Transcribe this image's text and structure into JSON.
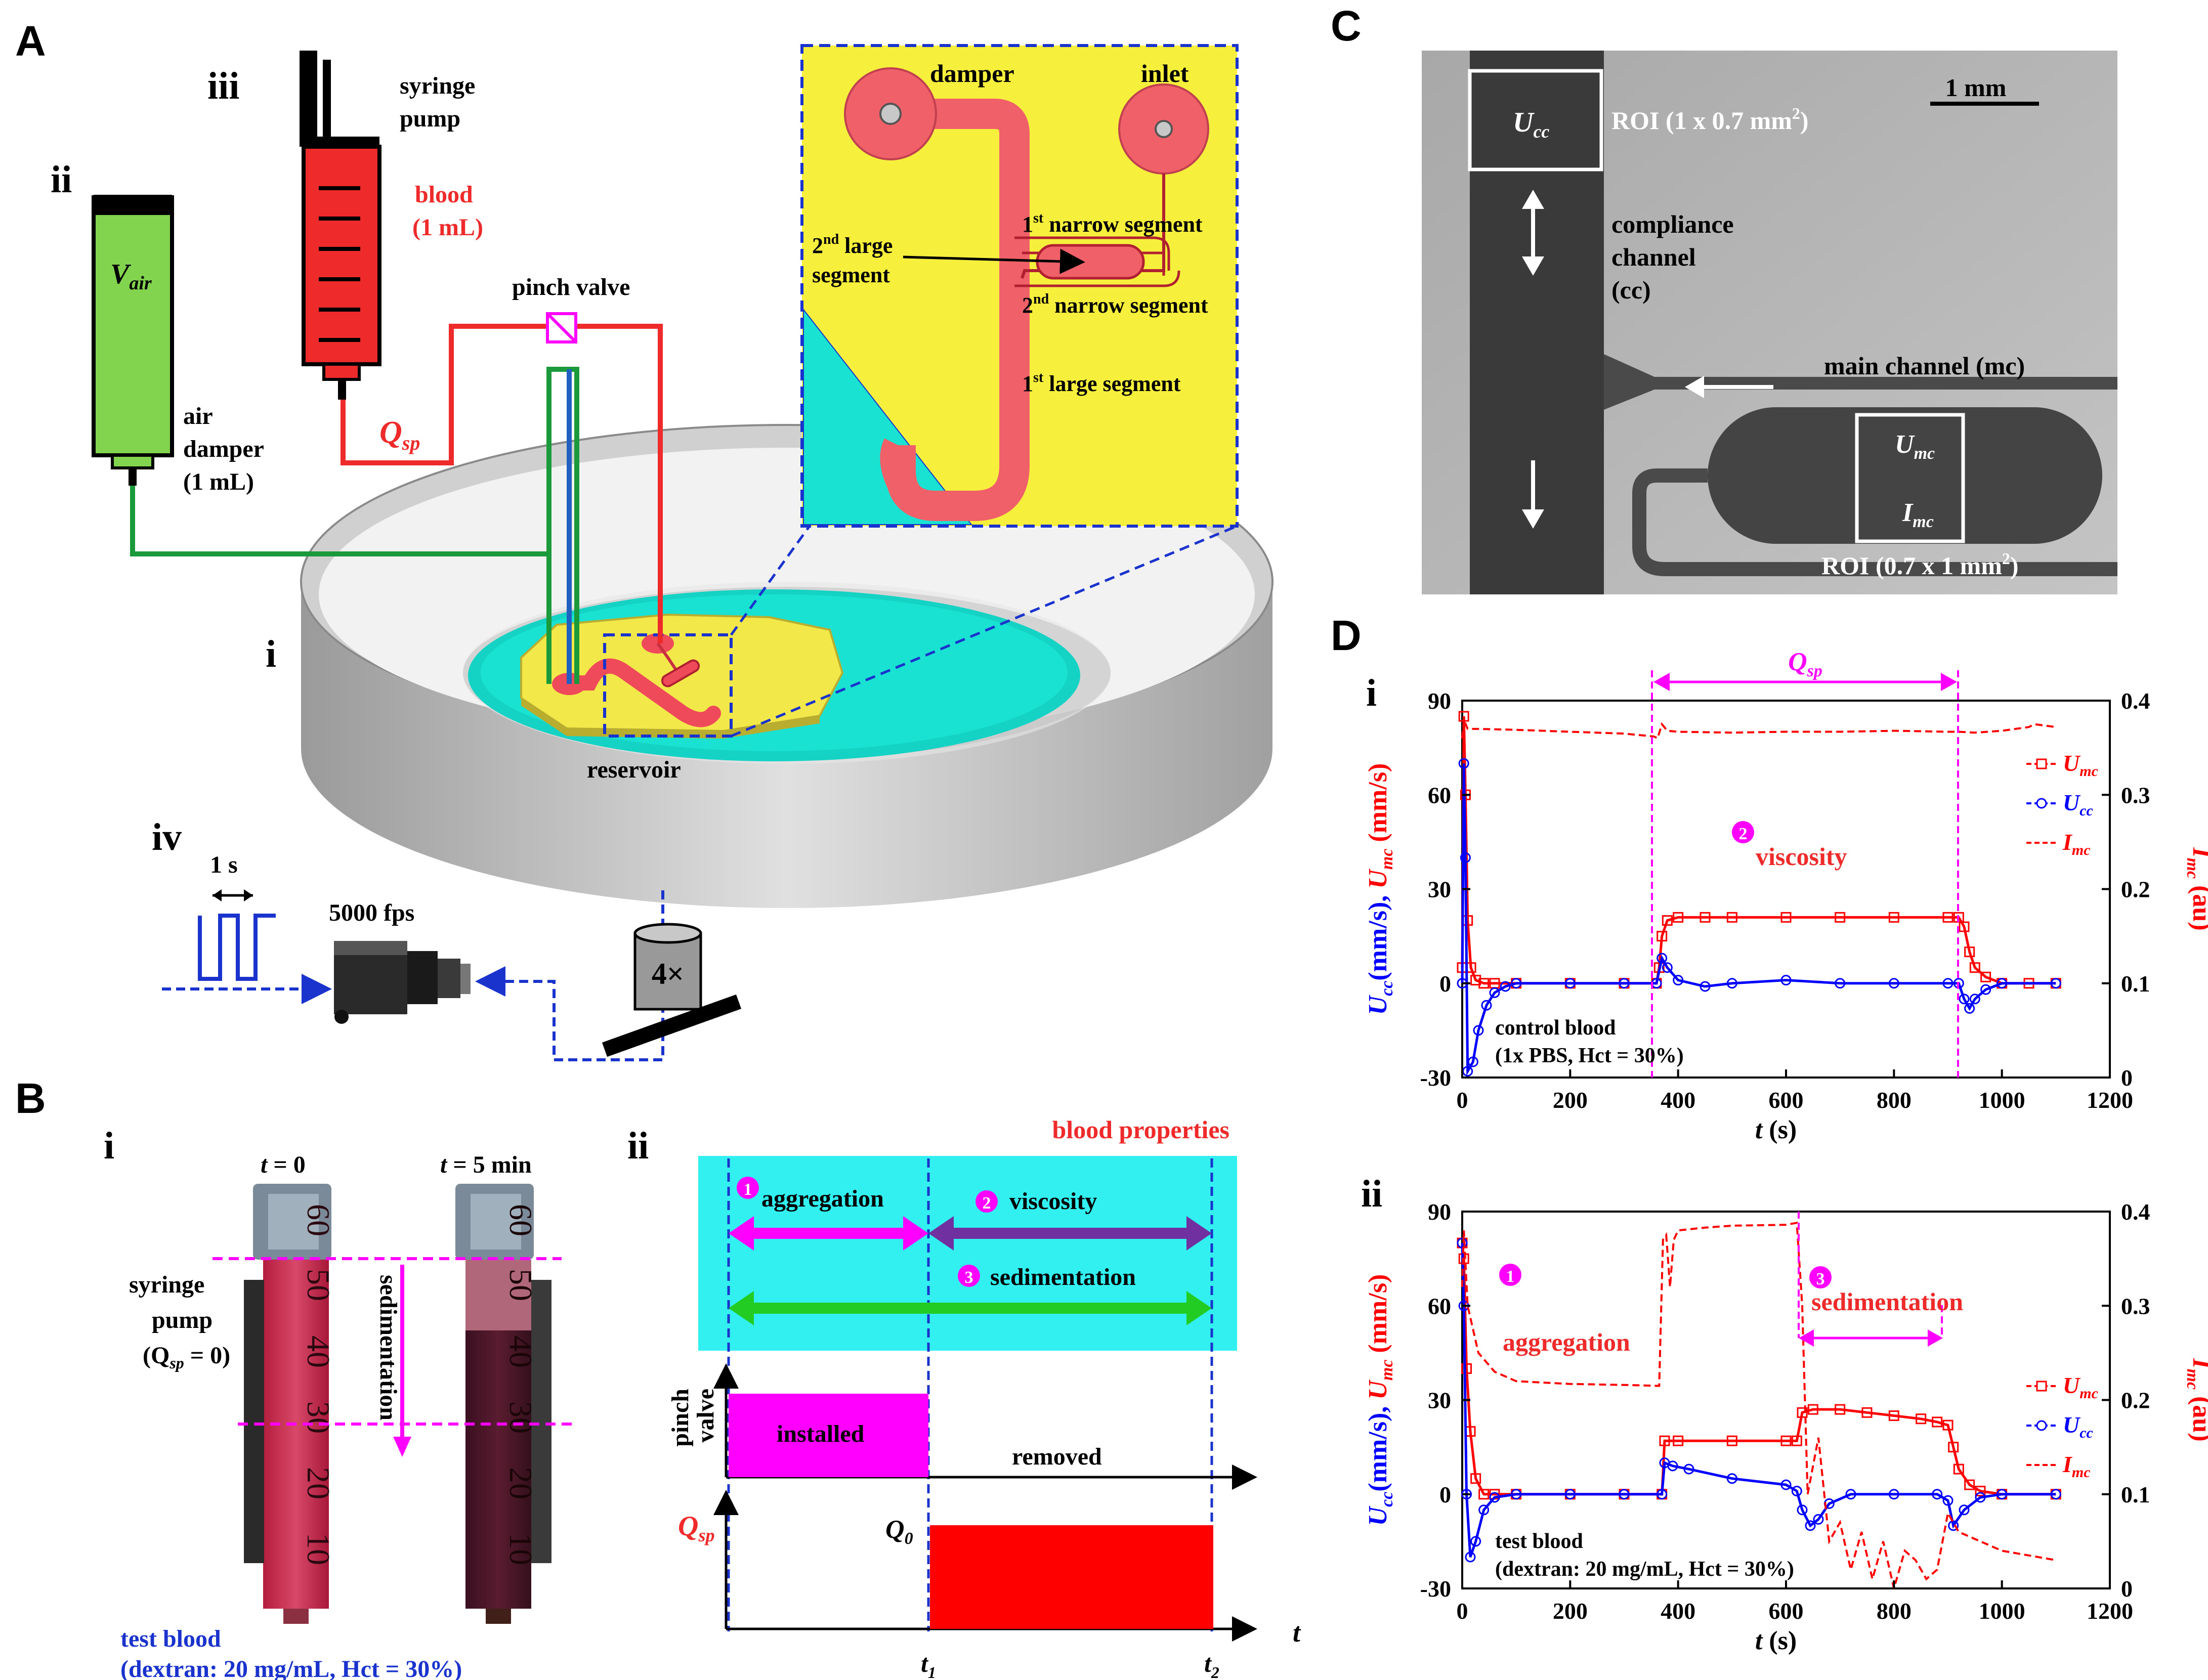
{
  "panels": {
    "A": {
      "letter": "A",
      "labels": {
        "i": "i",
        "ii": "ii",
        "iii": "iii",
        "iv": "iv",
        "syringe_pump": [
          "syringe",
          "pump"
        ],
        "blood": [
          "blood",
          "(1 mL)"
        ],
        "v_air": "V",
        "v_air_sub": "air",
        "air_damper": [
          "air",
          "damper",
          "(1 mL)"
        ],
        "pinch_valve": "pinch valve",
        "q_sp": "Q",
        "q_sp_sub": "sp",
        "reservoir": "reservoir",
        "one_s": "1 s",
        "fps": "5000 fps",
        "objective": "4×"
      },
      "inset": {
        "damper": "damper",
        "inlet": "inlet",
        "narrow1": [
          "1",
          "st",
          " narrow segment"
        ],
        "large2": [
          "2",
          "nd",
          " large",
          "segment"
        ],
        "narrow2": [
          "2",
          "nd",
          " narrow segment"
        ],
        "large1": [
          "1",
          "st",
          " large segment"
        ]
      }
    },
    "B": {
      "letter": "B",
      "i": {
        "label": "i",
        "t0": [
          "t",
          " = 0"
        ],
        "t5": [
          "t",
          " = 5 min"
        ],
        "syringe_pump": [
          "syringe",
          "pump"
        ],
        "qsp_zero": [
          "(Q",
          "sp",
          " = 0)"
        ],
        "sedimentation": "sedimentation",
        "caption": [
          "test blood",
          "(dextran: 20 mg/mL, Hct = 30%)"
        ],
        "scale_marks": [
          "60",
          "50",
          "40",
          "30",
          "20",
          "10"
        ]
      },
      "ii": {
        "label": "ii",
        "blood_properties": "blood properties",
        "aggregation": "aggregation",
        "viscosity": "viscosity",
        "sedimentation": "sedimentation",
        "num": [
          "1",
          "2",
          "3"
        ],
        "pinch_valve": [
          "pinch",
          "valve"
        ],
        "installed": "installed",
        "removed": "removed",
        "q_sp": "Q",
        "q_sp_sub": "sp",
        "q0": "Q",
        "q0_sub": "0",
        "t": "t",
        "t1": "t",
        "t1_sub": "1",
        "t2": "t",
        "t2_sub": "2",
        "colors": {
          "cyan": "#33f0f0",
          "magenta": "#ff00ff",
          "purple": "#7030a0",
          "green": "#22cc22",
          "red": "#ff0000"
        }
      }
    },
    "C": {
      "letter": "C",
      "ucc": "U",
      "ucc_sub": "cc",
      "roi_cc": [
        "ROI (1 x 0.7 mm",
        "2",
        ")"
      ],
      "scale": "1 mm",
      "compliance": [
        "compliance",
        "channel",
        "(cc)"
      ],
      "main_channel": "main channel (mc)",
      "umc": "U",
      "umc_sub": "mc",
      "imc": "I",
      "imc_sub": "mc",
      "roi_mc": [
        "ROI (0.7 x 1 mm",
        "2",
        ")"
      ]
    },
    "D": {
      "letter": "D",
      "i_label": "i",
      "ii_label": "ii",
      "qsp": "Q",
      "qsp_sub": "sp",
      "viscosity": "viscosity",
      "aggregation": "aggregation",
      "sedimentation": "sedimentation",
      "control": [
        "control blood",
        "(1x PBS, Hct = 30%)"
      ],
      "test": [
        "test blood",
        "(dextran: 20 mg/mL, Hct = 30%)"
      ],
      "legend": [
        "U",
        "mc",
        "U",
        "cc",
        "I",
        "mc"
      ],
      "ylabel_left": [
        "U",
        "cc",
        "(mm/s), ",
        "U",
        "mc",
        " (mm/s)"
      ],
      "ylabel_right": [
        "I",
        "mc",
        " (au)"
      ],
      "xlabel": [
        "t",
        " (s)"
      ]
    }
  },
  "chart_data": [
    {
      "type": "line",
      "title": "",
      "xlabel": "t (s)",
      "ylabel": "Ucc (mm/s), Umc (mm/s)",
      "y2label": "Imc (au)",
      "xlim": [
        0,
        1200
      ],
      "ylim": [
        -30,
        90
      ],
      "y2lim": [
        0,
        0.4
      ],
      "xticks": [
        0,
        200,
        400,
        600,
        800,
        1000,
        1200
      ],
      "yticks": [
        -30,
        0,
        30,
        60,
        90
      ],
      "y2ticks": [
        0,
        0.1,
        0.2,
        0.3,
        0.4
      ],
      "legend": "right",
      "qsp_span": [
        365,
        925
      ],
      "series": [
        {
          "name": "Umc",
          "color": "#ff0000",
          "marker": "square",
          "axis": "left",
          "x": [
            0,
            3,
            6,
            10,
            16,
            25,
            40,
            60,
            100,
            200,
            300,
            360,
            365,
            370,
            380,
            400,
            450,
            500,
            600,
            700,
            800,
            900,
            920,
            930,
            940,
            950,
            970,
            1000,
            1050,
            1100
          ],
          "y": [
            5,
            85,
            60,
            20,
            5,
            1,
            0,
            0,
            0,
            0,
            0,
            0,
            5,
            15,
            20,
            21,
            21,
            21,
            21,
            21,
            21,
            21,
            21,
            18,
            10,
            5,
            2,
            0,
            0,
            0
          ]
        },
        {
          "name": "Ucc",
          "color": "#0000ff",
          "marker": "circle",
          "axis": "left",
          "x": [
            0,
            3,
            6,
            10,
            20,
            30,
            45,
            60,
            80,
            100,
            200,
            300,
            360,
            370,
            380,
            400,
            450,
            500,
            600,
            700,
            800,
            900,
            920,
            930,
            940,
            950,
            970,
            1000,
            1100
          ],
          "y": [
            0,
            70,
            40,
            -28,
            -25,
            -15,
            -7,
            -3,
            -1,
            0,
            0,
            0,
            0,
            8,
            5,
            1,
            -1,
            0,
            1,
            0,
            0,
            0,
            0,
            -5,
            -8,
            -5,
            -2,
            0,
            0
          ]
        },
        {
          "name": "Imc",
          "color": "#ff0000",
          "style": "dashed",
          "axis": "right",
          "x": [
            0,
            3,
            10,
            30,
            100,
            200,
            300,
            355,
            362,
            370,
            380,
            400,
            500,
            600,
            700,
            800,
            900,
            920,
            950,
            1000,
            1050,
            1060,
            1100
          ],
          "y": [
            0.36,
            0.38,
            0.37,
            0.37,
            0.369,
            0.367,
            0.365,
            0.362,
            0.36,
            0.375,
            0.368,
            0.367,
            0.366,
            0.367,
            0.367,
            0.368,
            0.367,
            0.367,
            0.366,
            0.368,
            0.372,
            0.375,
            0.372
          ]
        }
      ]
    },
    {
      "type": "line",
      "title": "",
      "xlabel": "t (s)",
      "ylabel": "Ucc (mm/s), Umc (mm/s)",
      "y2label": "Imc (au)",
      "xlim": [
        0,
        1200
      ],
      "ylim": [
        -30,
        90
      ],
      "y2lim": [
        0,
        0.4
      ],
      "xticks": [
        0,
        200,
        400,
        600,
        800,
        1000,
        1200
      ],
      "yticks": [
        -30,
        0,
        30,
        60,
        90
      ],
      "y2ticks": [
        0,
        0.1,
        0.2,
        0.3,
        0.4
      ],
      "legend": "right",
      "sedimentation_span": [
        625,
        900
      ],
      "series": [
        {
          "name": "Umc",
          "color": "#ff0000",
          "marker": "square",
          "axis": "left",
          "x": [
            0,
            3,
            8,
            15,
            25,
            40,
            60,
            100,
            200,
            300,
            370,
            375,
            400,
            500,
            600,
            620,
            630,
            650,
            700,
            750,
            800,
            850,
            880,
            900,
            910,
            920,
            940,
            960,
            1000,
            1100
          ],
          "y": [
            80,
            75,
            40,
            20,
            5,
            0,
            0,
            0,
            0,
            0,
            0,
            17,
            17,
            17,
            17,
            17,
            26,
            27,
            27,
            26,
            25,
            24,
            23,
            22,
            15,
            8,
            3,
            1,
            0,
            0
          ]
        },
        {
          "name": "Ucc",
          "color": "#0000ff",
          "marker": "circle",
          "axis": "left",
          "x": [
            0,
            3,
            8,
            15,
            25,
            40,
            60,
            100,
            200,
            300,
            370,
            375,
            390,
            420,
            500,
            600,
            620,
            630,
            645,
            660,
            680,
            720,
            800,
            880,
            900,
            910,
            930,
            960,
            1000,
            1100
          ],
          "y": [
            80,
            60,
            0,
            -20,
            -15,
            -5,
            -1,
            0,
            0,
            0,
            0,
            10,
            9,
            8,
            5,
            3,
            1,
            -5,
            -10,
            -8,
            -3,
            0,
            0,
            0,
            -2,
            -10,
            -5,
            -1,
            0,
            0
          ]
        },
        {
          "name": "Imc",
          "color": "#ff0000",
          "style": "dashed",
          "axis": "right",
          "x": [
            0,
            3,
            10,
            30,
            60,
            100,
            200,
            300,
            365,
            372,
            378,
            385,
            392,
            400,
            450,
            500,
            600,
            620,
            630,
            640,
            660,
            680,
            700,
            720,
            740,
            760,
            780,
            800,
            820,
            840,
            860,
            880,
            900,
            920,
            1000,
            1100
          ],
          "y": [
            0.32,
            0.38,
            0.3,
            0.25,
            0.23,
            0.22,
            0.217,
            0.216,
            0.215,
            0.37,
            0.375,
            0.32,
            0.37,
            0.38,
            0.383,
            0.385,
            0.386,
            0.388,
            0.3,
            0.1,
            0.16,
            0.05,
            0.07,
            0.02,
            0.06,
            0.01,
            0.05,
            0.0,
            0.04,
            0.03,
            0.01,
            0.02,
            0.08,
            0.06,
            0.04,
            0.03
          ]
        }
      ]
    }
  ]
}
